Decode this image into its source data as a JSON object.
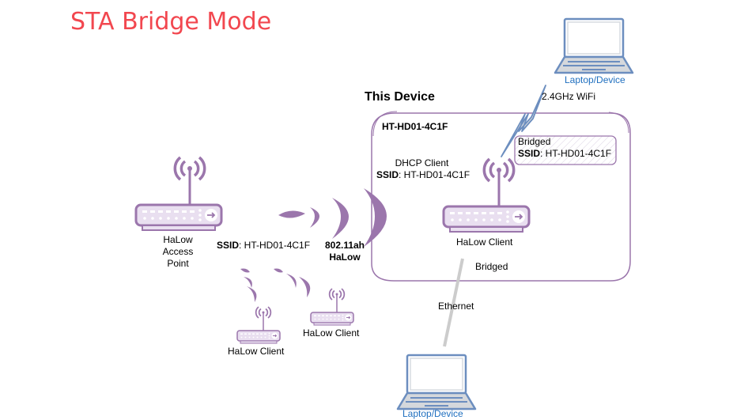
{
  "title": "STA Bridge Mode",
  "colors": {
    "title": "#f2474f",
    "device_purple": "#9b76ac",
    "device_fill": "#e9dff0",
    "laptop_blue": "#6c8ebf",
    "laptop_label": "#1f6fbf",
    "ethernet_line": "#cccccc",
    "wifi_bolt": "#6c8ebf"
  },
  "access_point": {
    "label_line1": "HaLow",
    "label_line2": "Access",
    "label_line3": "Point",
    "ssid_key": "SSID",
    "ssid_value": ": HT-HD01-4C1F"
  },
  "link": {
    "label_line1": "802.11ah",
    "label_line2": "HaLow"
  },
  "this_device": {
    "heading": "This Device",
    "hostname": "HT-HD01-4C1F",
    "dhcp_label": "DHCP Client",
    "ssid_key": "SSID",
    "ssid_value": ": HT-HD01-4C1F",
    "client_label": "HaLow Client",
    "bridged_label": "Bridged",
    "ap_box": {
      "line1": "Bridged",
      "ssid_key": "SSID",
      "ssid_value": ": HT-HD01-4C1F"
    }
  },
  "wifi_link": {
    "label": "2.4GHz WiFi"
  },
  "ethernet_link": {
    "label": "Ethernet"
  },
  "laptop_top": {
    "label": "Laptop/Device"
  },
  "laptop_bottom": {
    "label": "Laptop/Device"
  },
  "other_clients": [
    {
      "label": "HaLow Client"
    },
    {
      "label": "HaLow Client"
    }
  ]
}
